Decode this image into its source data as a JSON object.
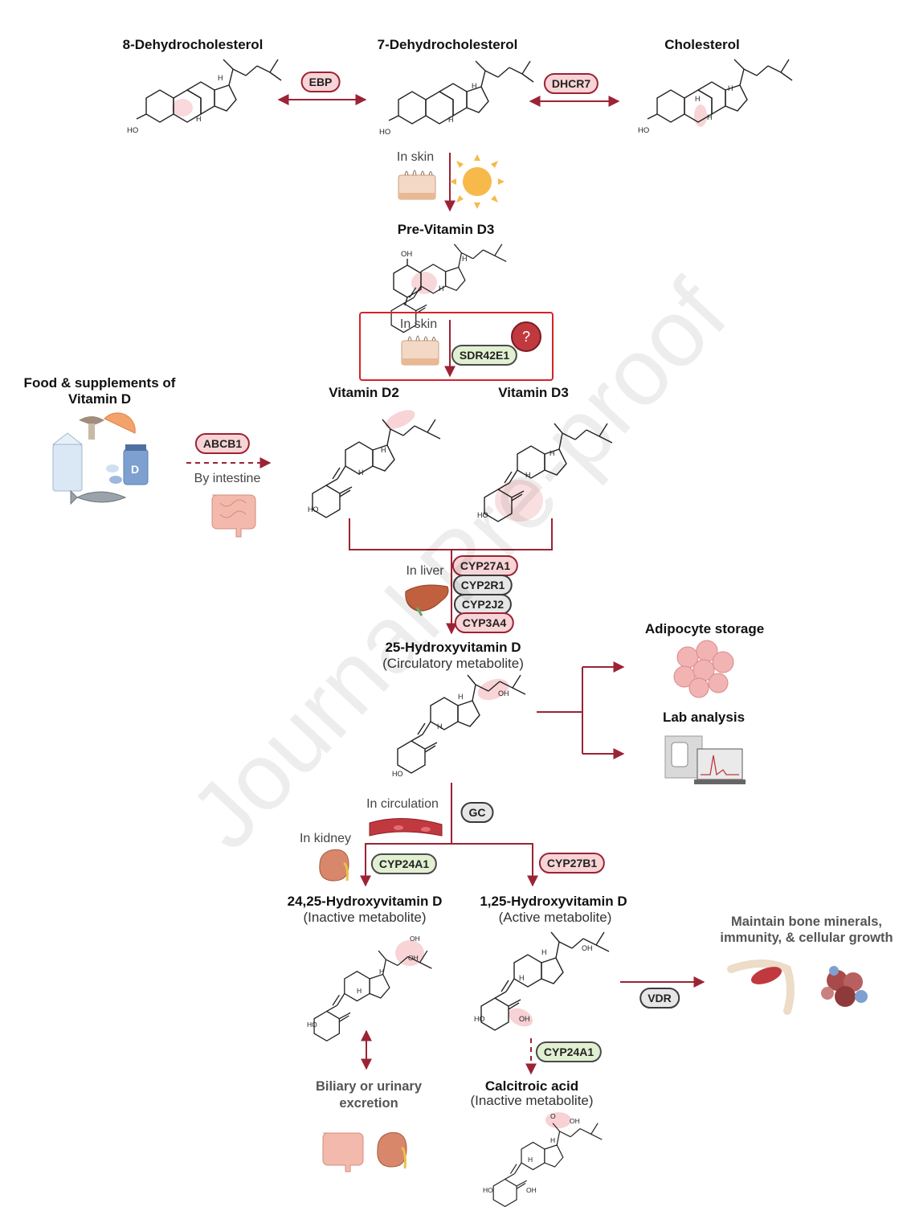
{
  "compounds": {
    "dehydro8": "8-Dehydrocholesterol",
    "dehydro7": "7-Dehydrocholesterol",
    "cholesterol": "Cholesterol",
    "previtd3": "Pre-Vitamin D3",
    "vitd2": "Vitamin D2",
    "vitd3": "Vitamin D3",
    "hydroxy25": "25-Hydroxyvitamin D",
    "hydroxy25_sub": "(Circulatory metabolite)",
    "hydroxy2425": "24,25-Hydroxyvitamin D",
    "hydroxy2425_sub": "(Inactive metabolite)",
    "hydroxy125": "1,25-Hydroxyvitamin D",
    "hydroxy125_sub": "(Active metabolite)",
    "calcitroic": "Calcitroic acid",
    "calcitroic_sub": "(Inactive metabolite)"
  },
  "enzymes": {
    "ebp": "EBP",
    "dhcr7": "DHCR7",
    "sdr42e1": "SDR42E1",
    "abcb1": "ABCB1",
    "cyp27a1": "CYP27A1",
    "cyp2r1": "CYP2R1",
    "cyp2j2": "CYP2J2",
    "cyp3a4": "CYP3A4",
    "gc": "GC",
    "cyp24a1": "CYP24A1",
    "cyp27b1": "CYP27B1",
    "vdr": "VDR",
    "cyp24a1_b": "CYP24A1"
  },
  "contexts": {
    "in_skin_1": "In skin",
    "in_skin_2": "In skin",
    "by_intestine": "By intestine",
    "in_liver": "In liver",
    "in_circulation": "In circulation",
    "in_kidney": "In kidney"
  },
  "labels": {
    "food_line1": "Food & supplements of",
    "food_line2": "Vitamin D",
    "adipocyte": "Adipocyte storage",
    "lab": "Lab analysis",
    "maintain_line1": "Maintain bone minerals,",
    "maintain_line2": "immunity, & cellular growth",
    "excretion_line1": "Biliary or urinary",
    "excretion_line2": "excretion",
    "question": "?",
    "watermark": "Journal Pre-proof",
    "supplement_letter": "D"
  },
  "atoms": {
    "ho": "HO",
    "oh": "OH",
    "h": "H",
    "o": "O"
  },
  "colors": {
    "arrow": "#9b2335",
    "enzyme_red_fill": "#f8d4d6",
    "enzyme_green_fill": "#e2f0d2",
    "enzyme_grey_fill": "#e6e6e6",
    "highlight_pink": "#f6c9cc",
    "question_badge": "#c0393f",
    "sun": "#f6b94a"
  }
}
